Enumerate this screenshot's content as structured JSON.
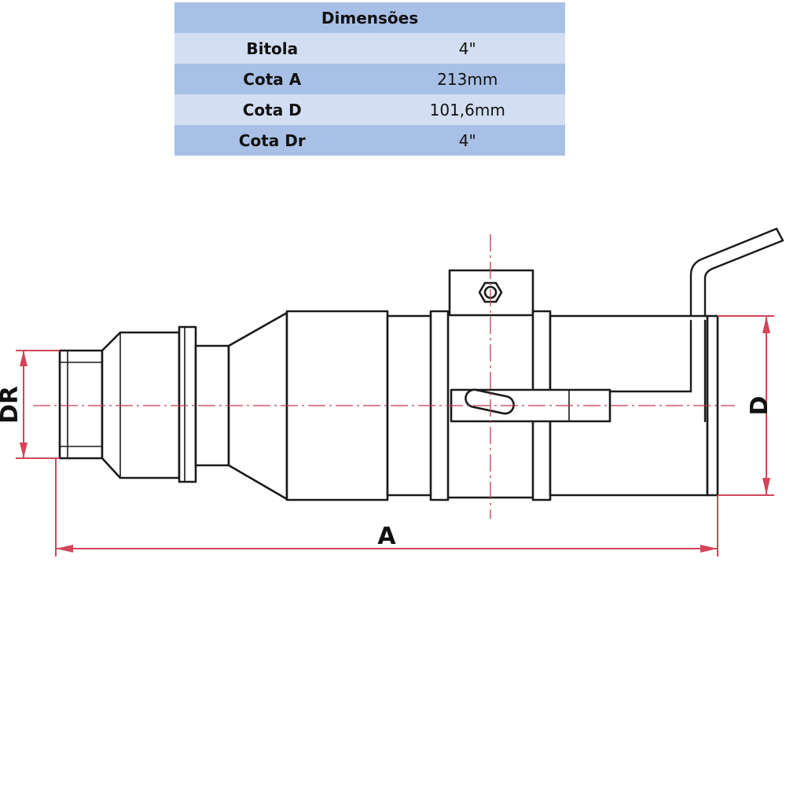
{
  "table": {
    "header": "Dimensões",
    "rows": [
      {
        "label": "Bitola",
        "value": "4\""
      },
      {
        "label": "Cota A",
        "value": "213mm"
      },
      {
        "label": "Cota D",
        "value": "101,6mm"
      },
      {
        "label": "Cota Dr",
        "value": "4\""
      }
    ]
  },
  "drawing": {
    "label_dr": "DR",
    "label_a": "A",
    "label_d": "D"
  },
  "colors": {
    "header_row": "#a9c0e6",
    "alt_row": "#d3def2",
    "dimension_lines": "#d2455a",
    "outline": "#1a1a1a"
  }
}
